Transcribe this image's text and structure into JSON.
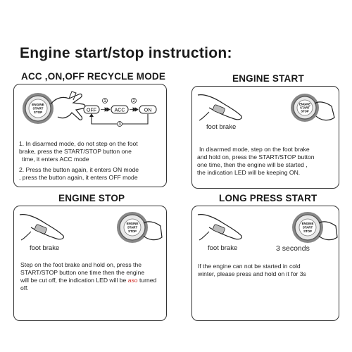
{
  "title": "Engine start/stop instruction:",
  "sections": {
    "acc": {
      "title": "ACC ,ON,OFF RECYCLE MODE",
      "button_text": [
        "ENGINE",
        "START",
        "STOP"
      ],
      "mode_labels": [
        "OFF",
        "ACC",
        "ON"
      ],
      "step_numbers": [
        "1",
        "2",
        "3"
      ],
      "step1_lines": [
        "1. In disarmed mode, do not step on the foot",
        "brake, press the START/STOP button one",
        "time, it enters ACC mode"
      ],
      "step2_lines": [
        "2. Press the button again, it enters ON mode",
        ", press the button again, it enters OFF mode"
      ]
    },
    "start": {
      "title": "ENGINE START",
      "foot_label": "foot brake",
      "button_text": [
        "ENGINE",
        "START",
        "STOP"
      ],
      "lines": [
        "In disarmed mode, step on the foot brake",
        "and hold on, press the START/STOP button",
        "one time, then the engine will be started ,",
        "the indication LED will be keeping ON."
      ]
    },
    "stop": {
      "title": "ENGINE STOP",
      "foot_label": "foot brake",
      "button_text": [
        "ENGINE",
        "START",
        "STOP"
      ],
      "lines": [
        "Step on the foot brake and hold on, press the",
        "START/STOP button one time then the engine",
        "will be cut off, the indication LED will be"
      ],
      "line3_highlight": "aso",
      "line3_tail": "turned",
      "line4": "off."
    },
    "long": {
      "title": "LONG PRESS START",
      "foot_label": "foot brake",
      "seconds_label": "3 seconds",
      "button_text": [
        "ENGINE",
        "START",
        "STOP"
      ],
      "lines": [
        "If the engine can not be started in cold",
        "winter, please press and hold on it for 3s"
      ]
    }
  },
  "colors": {
    "highlight": "#d0302a",
    "ink": "#1a1a1a",
    "border": "#333333"
  }
}
